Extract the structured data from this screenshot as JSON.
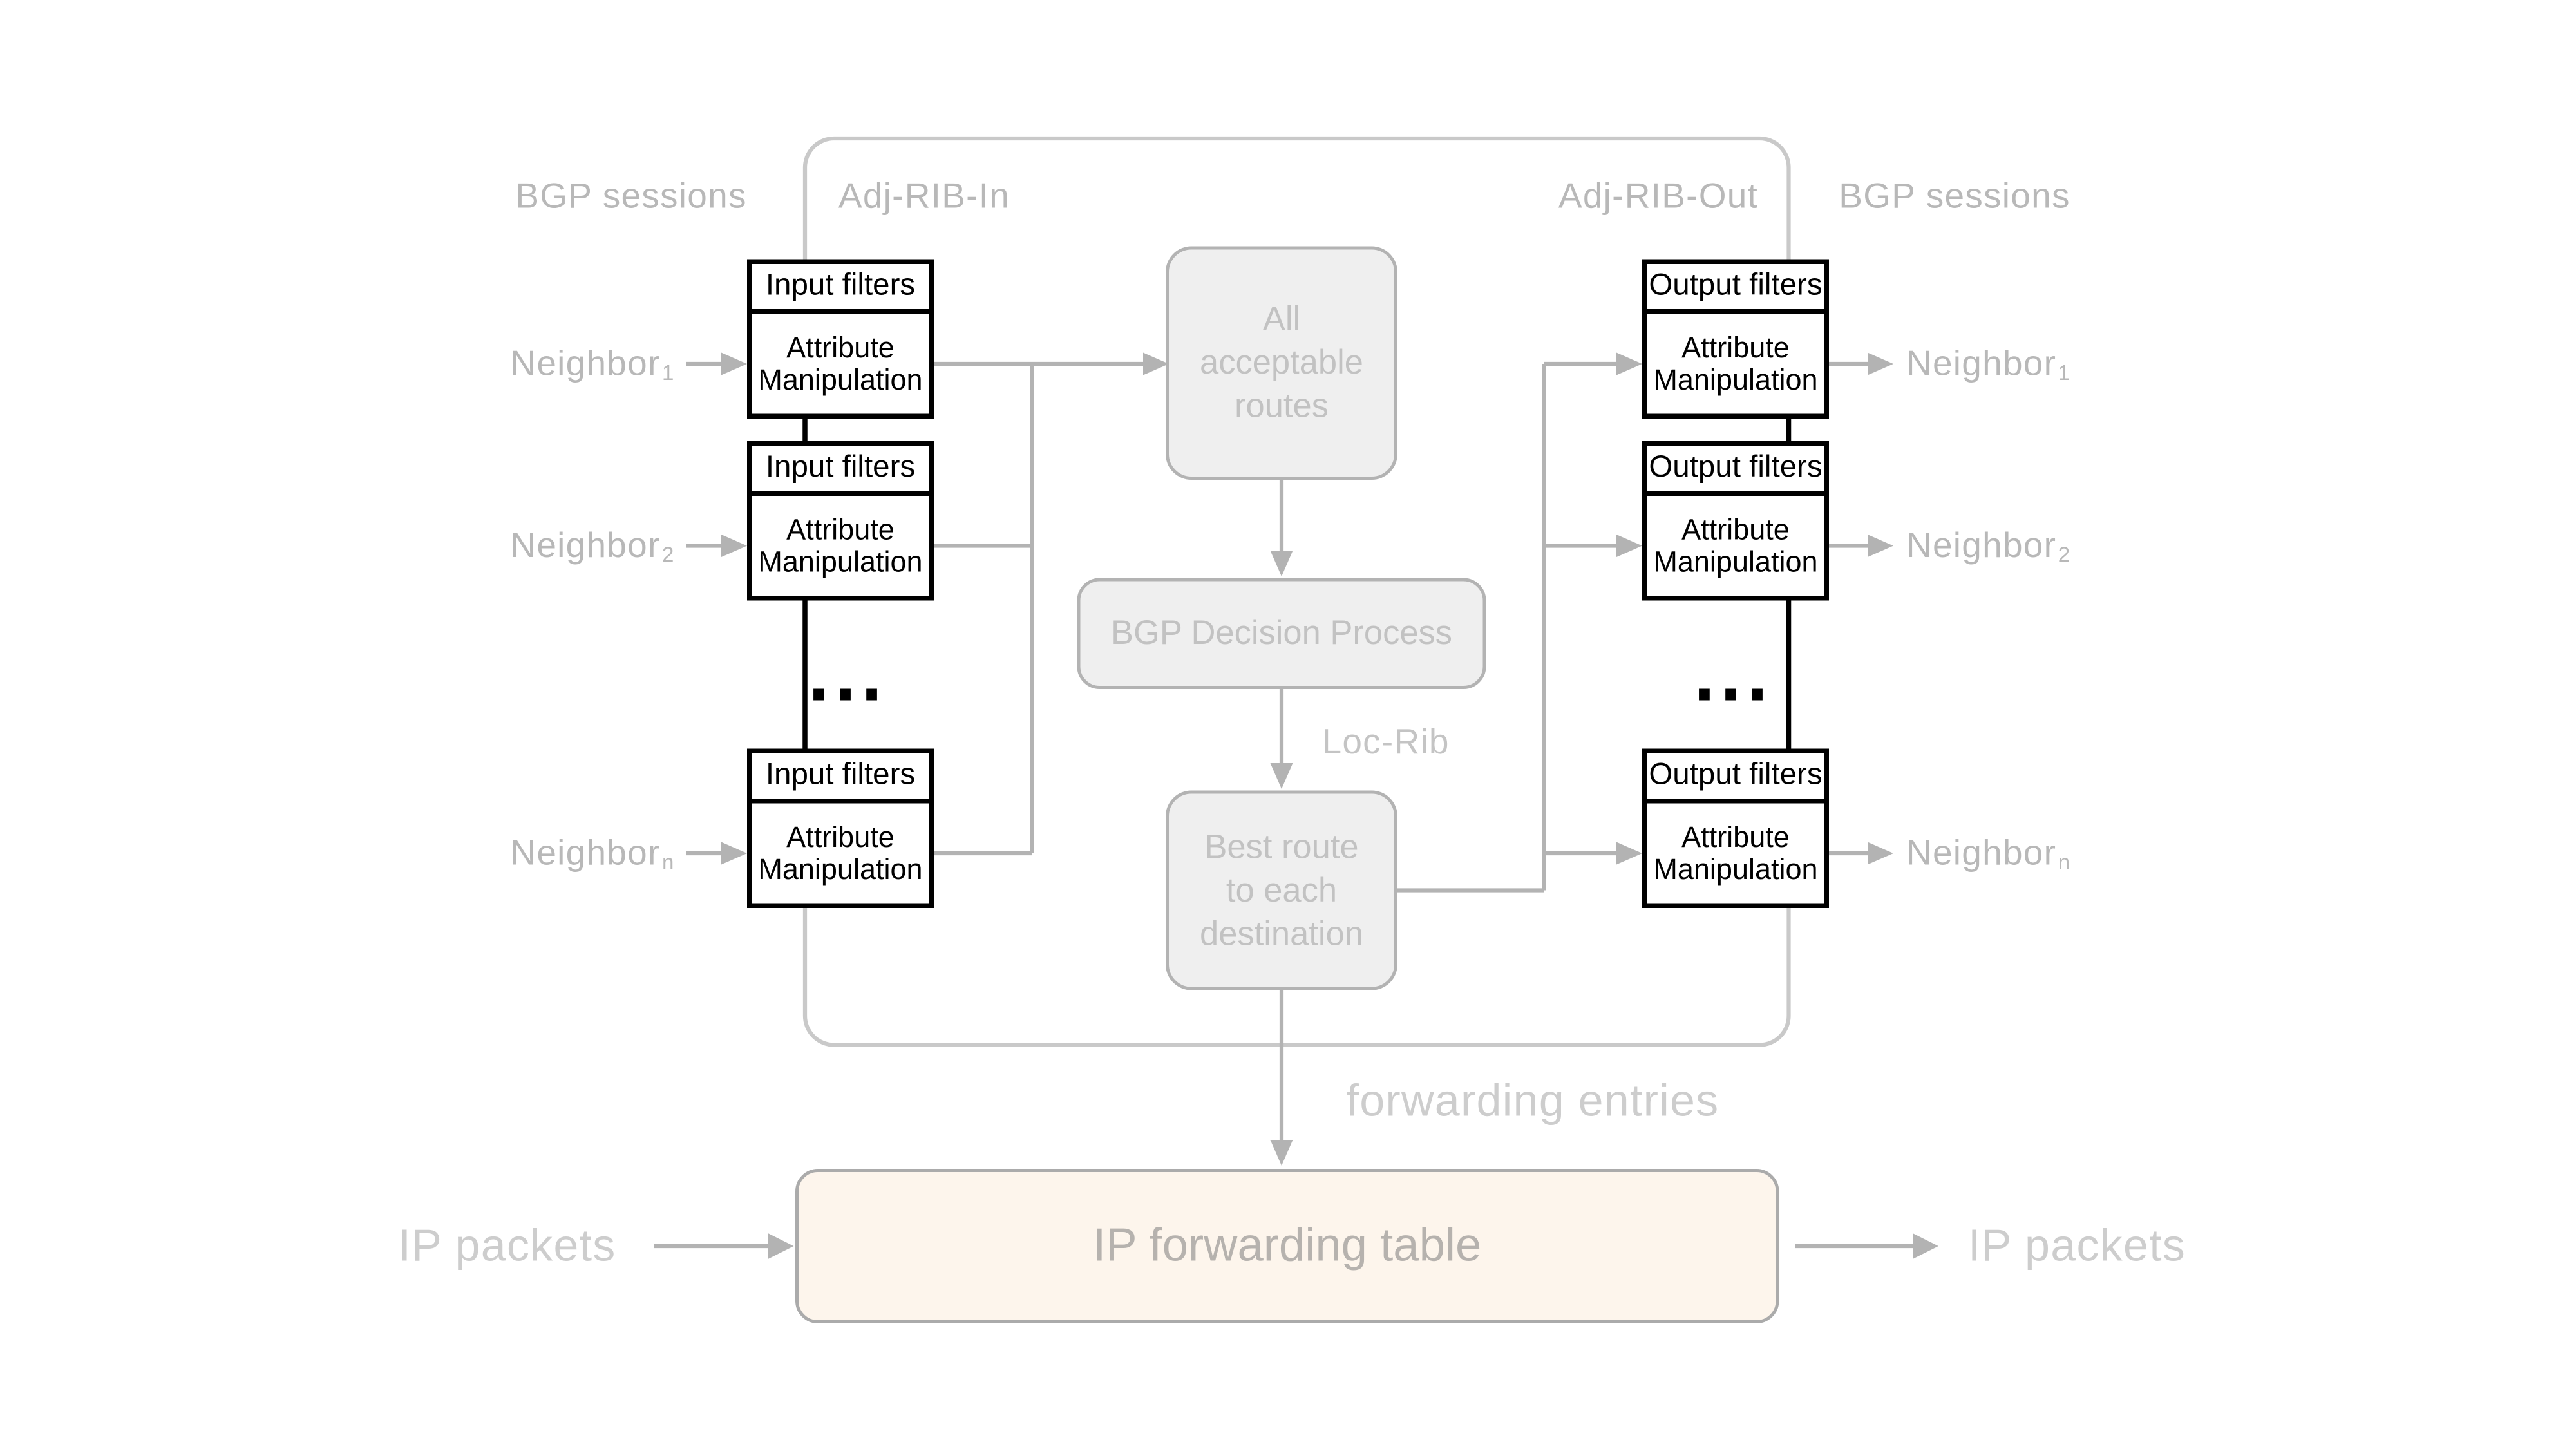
{
  "colors": {
    "bg": "#ffffff",
    "black": "#000000",
    "line-gray": "#b3b3b3",
    "container-border": "#c9c9c9",
    "panel-fill": "#efefef",
    "panel-border": "#b3b3b3",
    "panel-text": "#c2c2c2",
    "label-gray": "#b8b8b8",
    "label-light": "#cdcdcd",
    "locrib-gray": "#c4c4c4",
    "table-fill": "#fdf5ec",
    "table-border": "#ababab",
    "table-text": "#b6b2ae"
  },
  "header_labels": {
    "bgp_sessions_left": "BGP sessions",
    "adj_rib_in": "Adj-RIB-In",
    "adj_rib_out": "Adj-RIB-Out",
    "bgp_sessions_right": "BGP sessions"
  },
  "neighbors_in": [
    {
      "base": "Neighbor",
      "sub": "1"
    },
    {
      "base": "Neighbor",
      "sub": "2"
    },
    {
      "base": "Neighbor",
      "sub": "n"
    }
  ],
  "neighbors_out": [
    {
      "base": "Neighbor",
      "sub": "1"
    },
    {
      "base": "Neighbor",
      "sub": "2"
    },
    {
      "base": "Neighbor",
      "sub": "n"
    }
  ],
  "filter_boxes": {
    "input_header": "Input filters",
    "output_header": "Output filters",
    "body_line1": "Attribute",
    "body_line2": "Manipulation",
    "ellipsis": "..."
  },
  "process": {
    "all_routes": {
      "line1": "All",
      "line2": "acceptable",
      "line3": "routes"
    },
    "decision": "BGP Decision Process",
    "loc_rib": "Loc-Rib",
    "best_route": {
      "line1": "Best route",
      "line2": "to each",
      "line3": "destination"
    }
  },
  "bottom": {
    "forwarding_entries": "forwarding entries",
    "table_label": "IP forwarding table",
    "ip_packets_left": "IP packets",
    "ip_packets_right": "IP packets"
  }
}
